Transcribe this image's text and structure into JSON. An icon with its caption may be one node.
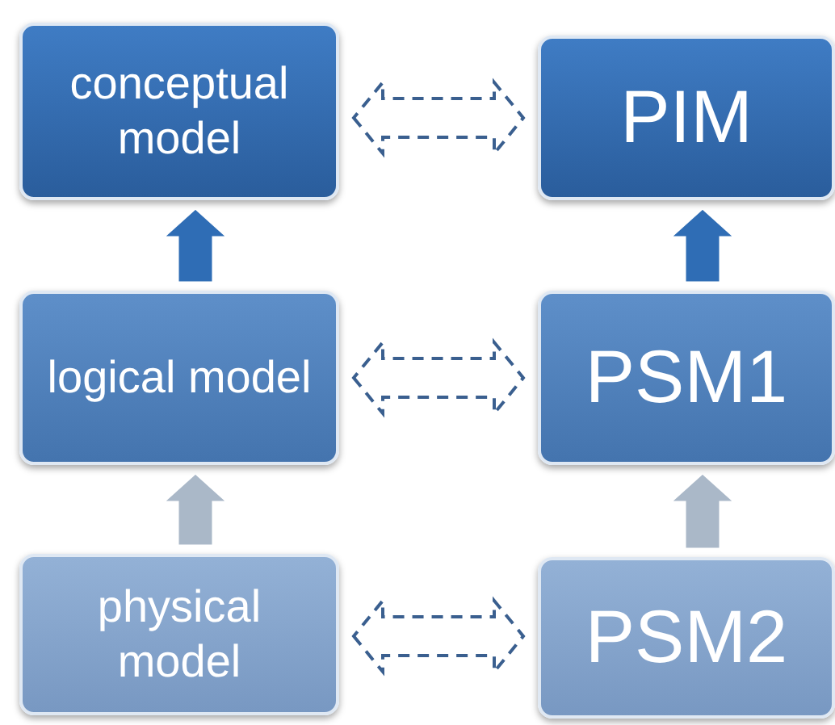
{
  "diagram": {
    "nodes": [
      {
        "text": [
          "conceptual model"
        ]
      },
      {
        "text": [
          "PIM"
        ]
      },
      {
        "text": [
          "logical model"
        ]
      },
      {
        "text": [
          "PSM1"
        ]
      },
      {
        "text": [
          "physical model"
        ]
      },
      {
        "text": [
          "PSM2"
        ]
      }
    ],
    "edges": [
      {
        "from": 0,
        "to": 1,
        "arrow": "both",
        "style": "dashed"
      },
      {
        "from": 2,
        "to": 0,
        "arrow": "to",
        "style": "thick",
        "color": "#2f6db5"
      },
      {
        "from": 2,
        "to": 3,
        "arrow": "both",
        "style": "dashed"
      },
      {
        "from": 3,
        "to": 1,
        "arrow": "to",
        "style": "thick",
        "color": "#2f6db5"
      },
      {
        "from": 4,
        "to": 2,
        "arrow": "to",
        "style": "thick",
        "color": "#aab8c8"
      },
      {
        "from": 4,
        "to": 5,
        "arrow": "both",
        "style": "dashed"
      },
      {
        "from": 5,
        "to": 3,
        "arrow": "to",
        "style": "thick",
        "color": "#aab8c8"
      }
    ]
  }
}
